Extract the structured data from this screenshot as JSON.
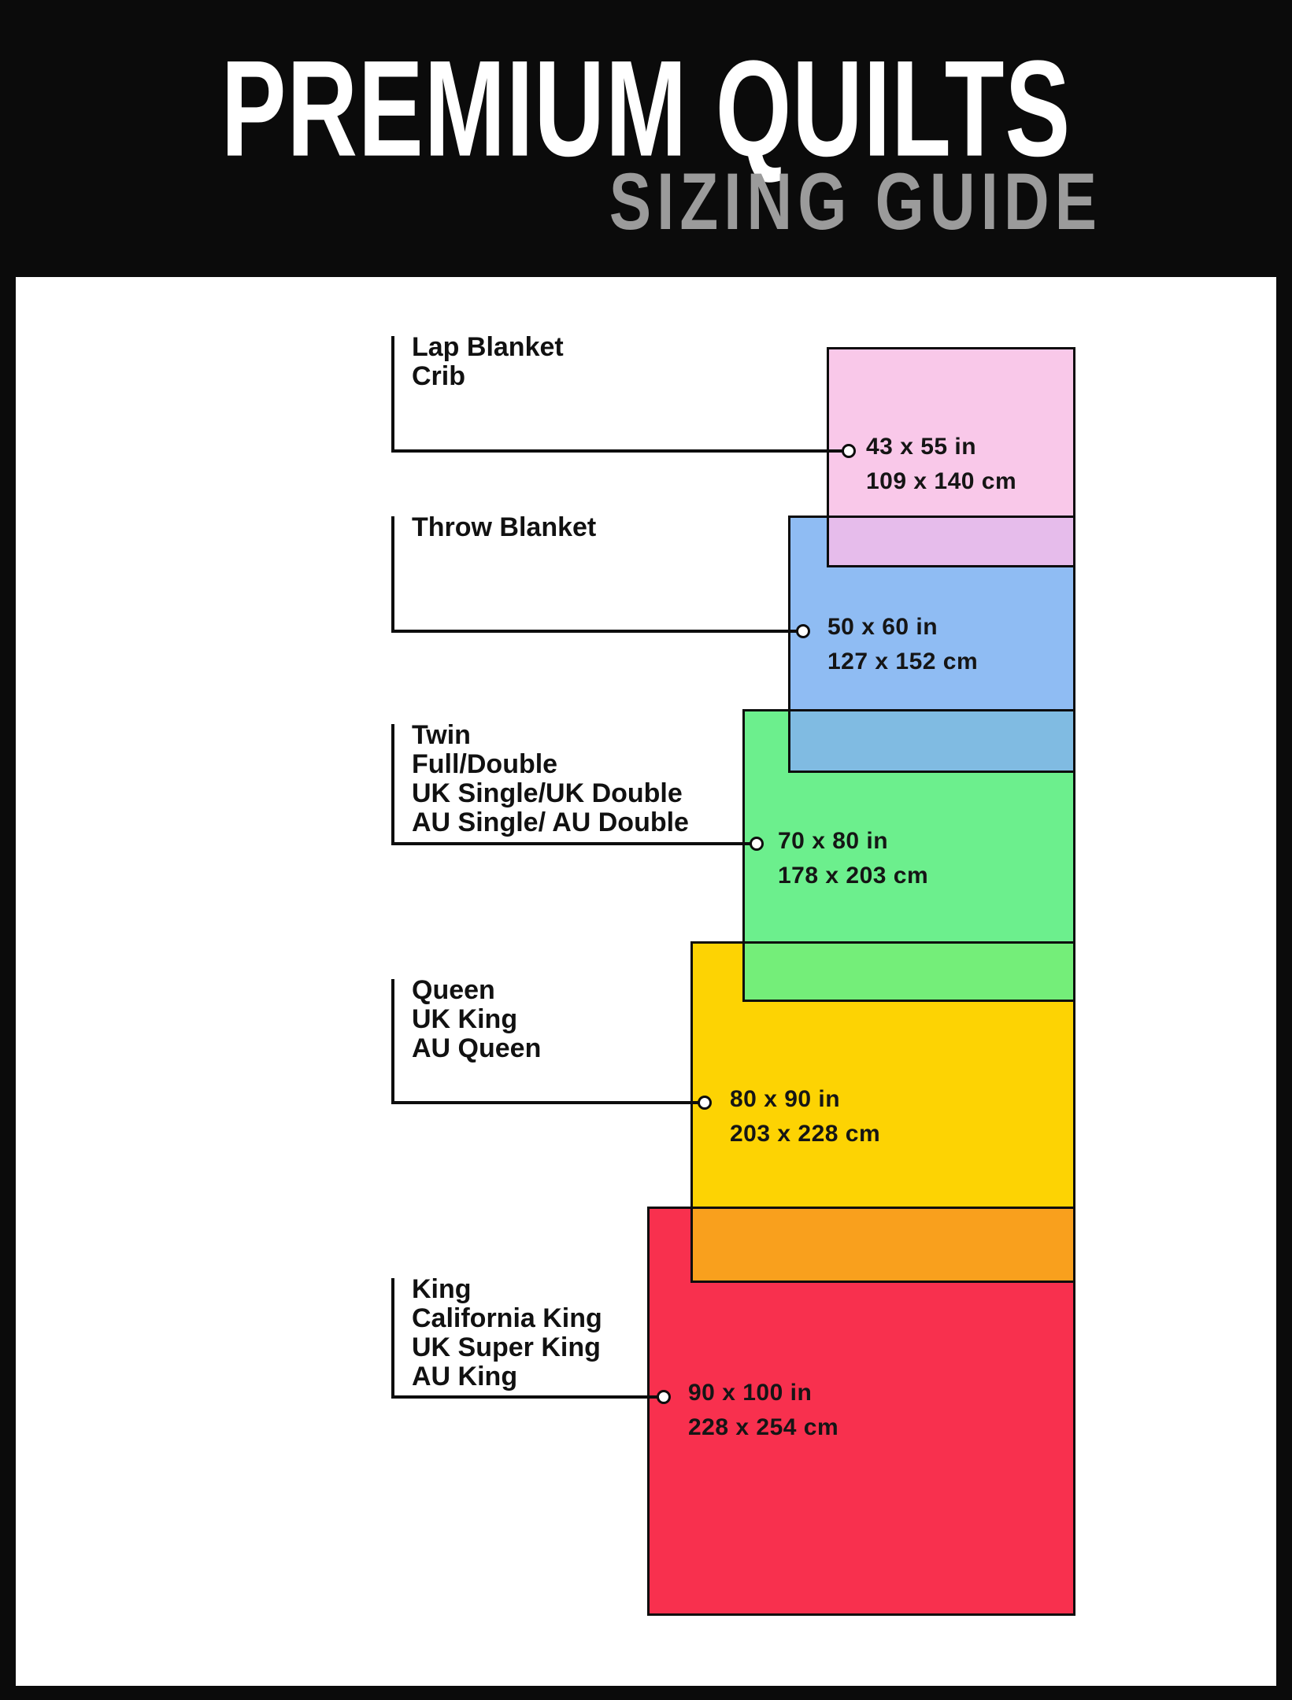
{
  "title": "PREMIUM QUILTS",
  "subtitle": "SIZING GUIDE",
  "sizes": [
    {
      "id": "lap-crib",
      "labels": [
        "Lap Blanket",
        "Crib"
      ],
      "inches": "43 x 55 in",
      "cm": "109 x 140 cm",
      "color": "#f9c8e9"
    },
    {
      "id": "throw",
      "labels": [
        "Throw Blanket"
      ],
      "inches": "50 x 60 in",
      "cm": "127 x 152 cm",
      "color": "#8fbcf3"
    },
    {
      "id": "twin-full",
      "labels": [
        "Twin",
        "Full/Double",
        "UK Single/UK Double",
        "AU Single/ AU Double"
      ],
      "inches": "70 x 80 in",
      "cm": "178 x 203 cm",
      "color": "#6cef8d"
    },
    {
      "id": "queen",
      "labels": [
        "Queen",
        "UK King",
        "AU Queen"
      ],
      "inches": "80 x 90 in",
      "cm": "203 x 228 cm",
      "color": "#fdd303"
    },
    {
      "id": "king",
      "labels": [
        "King",
        "California King",
        "UK Super King",
        "AU King"
      ],
      "inches": "90 x 100 in",
      "cm": "228 x 254 cm",
      "color": "#f8304e"
    }
  ],
  "overlaps": [
    {
      "between": "lap-crib/throw",
      "color": "#e6bceb"
    },
    {
      "between": "throw/twin-full",
      "color": "#80bbe2"
    },
    {
      "between": "twin-full/queen",
      "color": "#74ee79"
    },
    {
      "between": "queen/king",
      "color": "#f9a01d"
    }
  ],
  "colors": {
    "background": "#0b0b0b",
    "panel": "#ffffff",
    "line": "#0d0d0d",
    "subtitle": "#9b9b9b"
  }
}
